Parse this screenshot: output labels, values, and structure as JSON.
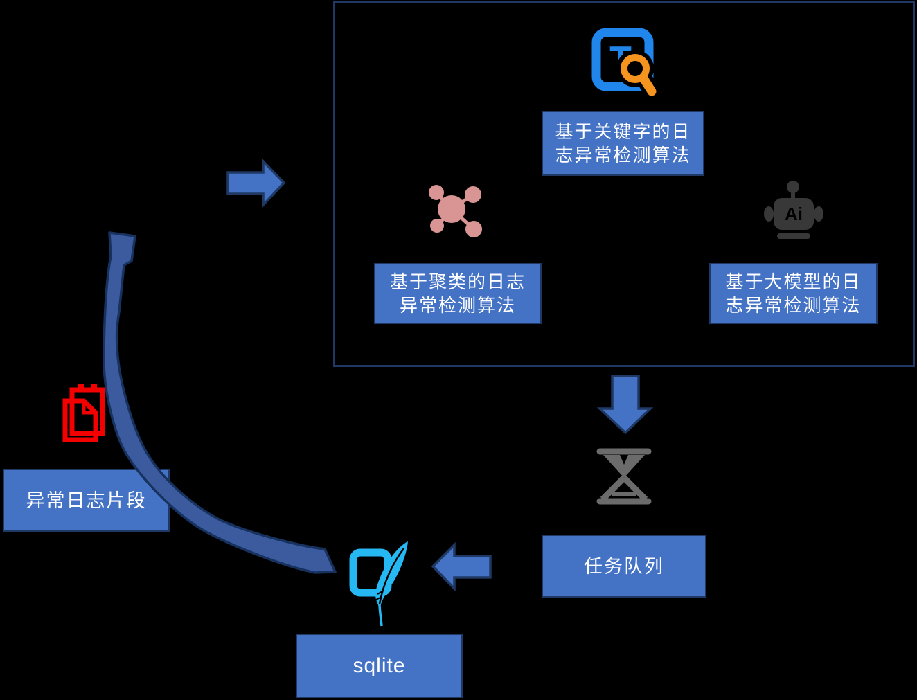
{
  "nodes": {
    "keyword_algo": {
      "line1": "基于关键字的日",
      "line2": "志异常检测算法"
    },
    "cluster_algo": {
      "line1": "基于聚类的日志",
      "line2": "异常检测算法"
    },
    "llm_algo": {
      "line1": "基于大模型的日",
      "line2": "志异常检测算法"
    },
    "abnormal_log": {
      "label": "异常日志片段"
    },
    "task_queue": {
      "label": "任务队列"
    },
    "sqlite": {
      "label": "sqlite"
    }
  },
  "icons": {
    "text_search": {
      "name": "text-search-icon",
      "letter": "T"
    },
    "cluster": {
      "name": "cluster-icon"
    },
    "ai_robot": {
      "name": "ai-robot-icon",
      "label": "Ai"
    },
    "hourglass": {
      "name": "hourglass-icon"
    },
    "documents": {
      "name": "abnormal-log-documents-icon"
    },
    "feather": {
      "name": "sqlite-feather-icon"
    }
  },
  "colors": {
    "background": "#000000",
    "node_fill": "#4472C4",
    "node_border": "#1F3864",
    "node_text": "#FFFFFF",
    "container_border": "#1F3864",
    "arrow_fill": "#4472C4",
    "curved_arrow_fill": "#3C5B9F",
    "curved_arrow_border": "#17325E",
    "icon_blue": "#2186EB",
    "icon_orange": "#F5941F",
    "icon_rose": "#D99594",
    "icon_gray": "#6B6B6B",
    "icon_dark": "#383838",
    "icon_red": "#F30000",
    "icon_cyan": "#25B8F2"
  }
}
